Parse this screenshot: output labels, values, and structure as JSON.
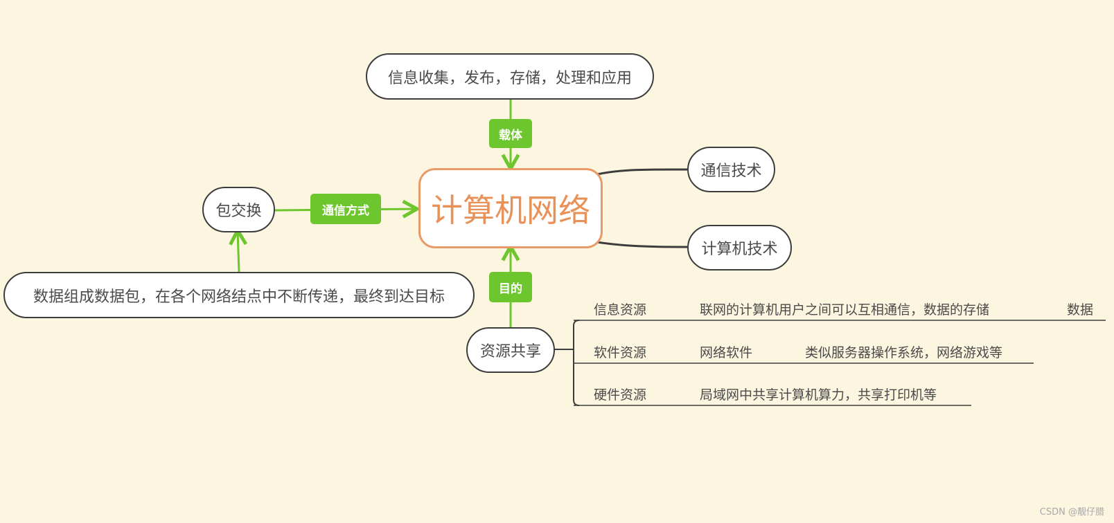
{
  "center": {
    "label": "计算机网络"
  },
  "top_node": {
    "label": "信息收集，发布，存储，处理和应用",
    "edge_label": "载体"
  },
  "right_nodes": [
    {
      "label": "通信技术"
    },
    {
      "label": "计算机技术"
    }
  ],
  "left_node": {
    "label": "包交换",
    "edge_label": "通信方式",
    "detail": "数据组成数据包，在各个网络结点中不断传递，最终到达目标"
  },
  "bottom_node": {
    "label": "资源共享",
    "edge_label": "目的",
    "branches": [
      {
        "name": "信息资源",
        "detail": "联网的计算机用户之间可以互相通信，数据的存储",
        "extra": "数据"
      },
      {
        "name": "软件资源",
        "detail": "网络软件",
        "extra": "类似服务器操作系统，网络游戏等"
      },
      {
        "name": "硬件资源",
        "detail": "局域网中共享计算机算力，共享打印机等"
      }
    ]
  },
  "watermark": "CSDN @靓仔腊",
  "colors": {
    "background": "#fcf5df",
    "accent_green": "#6ec62e",
    "center_orange": "#e89a68",
    "dark_line": "#3c3c3c"
  }
}
